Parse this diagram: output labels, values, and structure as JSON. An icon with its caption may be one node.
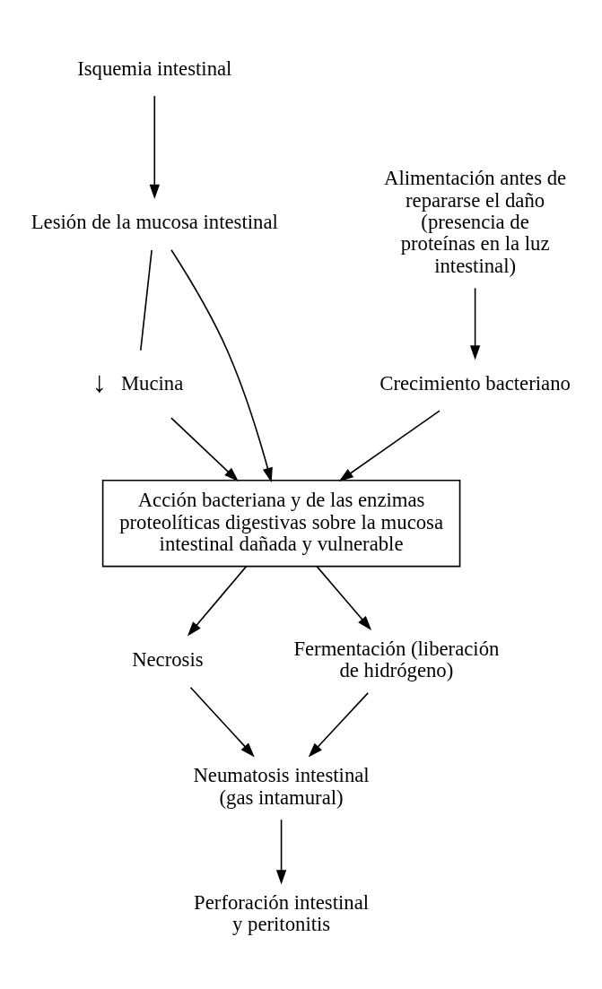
{
  "diagram": {
    "nodes": [
      {
        "text": [
          "Isquemia intestinal"
        ]
      },
      {
        "text": [
          "Lesión de la mucosa intestinal"
        ]
      },
      {
        "text": [
          "Alimentación antes de repararse el daño",
          "(presencia de proteínas en la luz intestinal)"
        ]
      },
      {
        "text": [
          "Mucina"
        ],
        "beside": [
          "↓"
        ]
      },
      {
        "text": [
          "Crecimiento bacteriano"
        ]
      },
      {
        "text": [
          "Acción bacteriana y de las enzimas proteolíticas digestivas sobre la mucosa intestinal dañada y vulnerable"
        ]
      },
      {
        "text": [
          "Necrosis"
        ]
      },
      {
        "text": [
          "Fermentación (liberación de hidrógeno)"
        ]
      },
      {
        "text": [
          "Neumatosis intestinal (gas intamural)"
        ]
      },
      {
        "text": [
          "Perforación intestinal y peritonitis"
        ]
      }
    ],
    "edges": [
      {
        "from": 0,
        "to": 1,
        "arrow": "to"
      },
      {
        "from": 1,
        "to": 3,
        "arrow": "none"
      },
      {
        "from": 1,
        "to": 5,
        "arrow": "to"
      },
      {
        "from": 3,
        "to": 5,
        "arrow": "to"
      },
      {
        "from": 2,
        "to": 4,
        "arrow": "to"
      },
      {
        "from": 4,
        "to": 5,
        "arrow": "to"
      },
      {
        "from": 5,
        "to": 6,
        "arrow": "to"
      },
      {
        "from": 5,
        "to": 7,
        "arrow": "to"
      },
      {
        "from": 6,
        "to": 8,
        "arrow": "to"
      },
      {
        "from": 7,
        "to": 8,
        "arrow": "to"
      },
      {
        "from": 8,
        "to": 9,
        "arrow": "to"
      }
    ]
  }
}
